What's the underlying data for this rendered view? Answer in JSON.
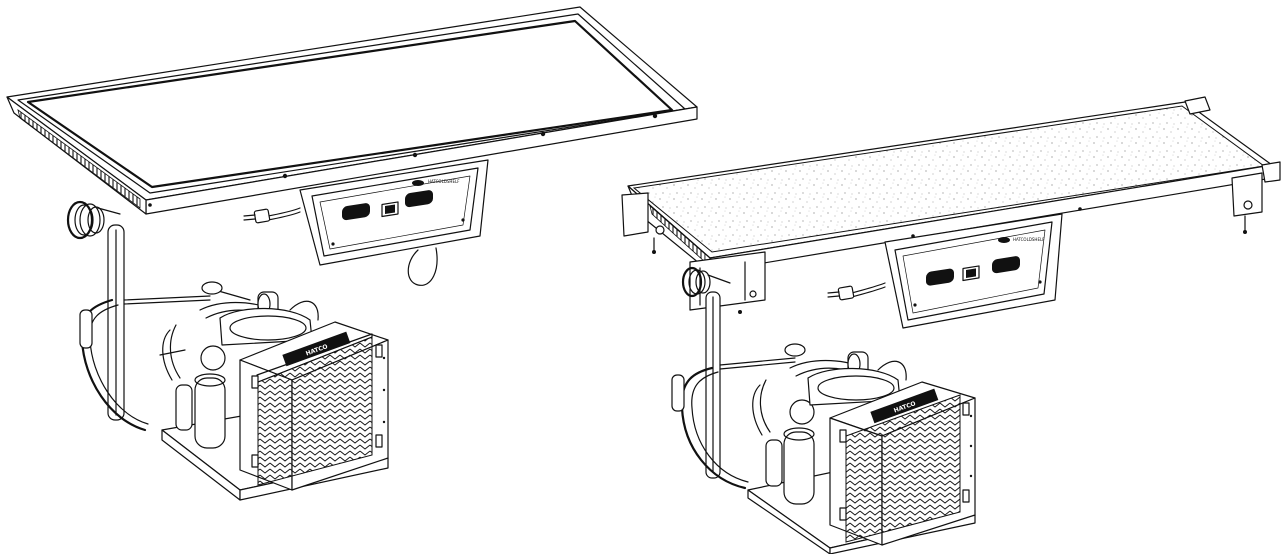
{
  "units": [
    {
      "id": "drop-in-unit-smooth",
      "panel_brand": "HATCOLDSHELF",
      "grille_badge": "HATCO"
    },
    {
      "id": "drop-in-unit-stone",
      "panel_brand": "HATCOLDSHELF",
      "grille_badge": "HATCO"
    }
  ],
  "colors": {
    "line": "#111111",
    "fill": "#ffffff",
    "grille": "#222222"
  }
}
